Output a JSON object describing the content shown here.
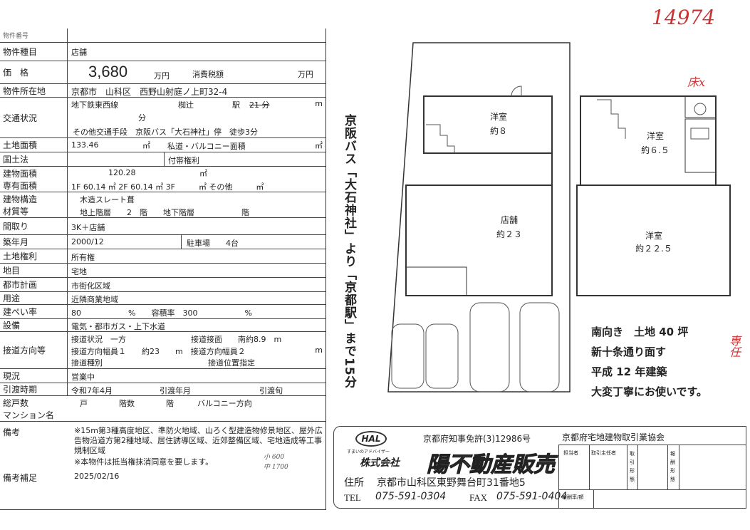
{
  "handwritten": {
    "ref_no": "14974",
    "floor_mark": "床x",
    "exclusive": "専任",
    "memo1": "小 600",
    "memo2": "中 1700",
    "strike": "21"
  },
  "rows": {
    "property_no": {
      "label": "物件番号"
    },
    "type": {
      "label": "物件種目",
      "value": "店舗"
    },
    "price": {
      "label": "価　格",
      "value": "3,680",
      "unit": "万円",
      "tax_label": "消費税額",
      "tax_unit": "万円"
    },
    "address": {
      "label": "物件所在地",
      "value": "京都市　山科区　西野山射庭ノ上町32-4"
    },
    "transport": {
      "label": "交通状況",
      "line": "地下鉄東西線",
      "station": "椥辻",
      "station_suffix": "駅",
      "minutes": "21 分",
      "m": "m",
      "min2": "分",
      "other": "その他交通手段　京阪バス「大石神社」停　徒歩3分"
    },
    "land_area": {
      "label": "土地面積",
      "value": "133.46",
      "unit": "㎡",
      "private_label": "私道・バルコニー面積",
      "unit2": "㎡"
    },
    "national_land": {
      "label": "国土法",
      "attached_label": "付帯権利"
    },
    "building_area": {
      "label": "建物面積",
      "value": "120.28",
      "unit": "㎡"
    },
    "floor_area": {
      "label": "専有面積",
      "value": "1F 60.14 ㎡ 2F 60.14 ㎡ 3F　　　㎡ その他　　　㎡"
    },
    "structure": {
      "label": "建物構造",
      "value": "木造スレート葺"
    },
    "material": {
      "label": "材質等",
      "value": "地上階層　　2　階　　地下階層　　　　　　階"
    },
    "layout": {
      "label": "間取り",
      "value": "3K＋店舗"
    },
    "built": {
      "label": "築年月",
      "value": "2000/12",
      "parking": "駐車場　　4台"
    },
    "land_right": {
      "label": "土地権利",
      "value": "所有権"
    },
    "land_category": {
      "label": "地目",
      "value": "宅地"
    },
    "city_plan": {
      "label": "都市計画",
      "value": "市街化区域"
    },
    "use": {
      "label": "用途",
      "value": "近隣商業地域"
    },
    "coverage": {
      "label": "建ぺい率",
      "value": "80　　　　　　%　　容積率　300　　　　　　%"
    },
    "facilities": {
      "label": "設備",
      "value": "電気・都市ガス・上下水道"
    },
    "road": {
      "label": "接道方向等",
      "l1": "接道状況　一方",
      "l1b": "接道接面　　南約8.9　m",
      "l2": "接道方向幅員１　　約23　　m　接道方向幅員２",
      "l2b": "m",
      "l3": "接道種別",
      "l3b": "接道位置指定"
    },
    "status": {
      "label": "現況",
      "value": "営業中"
    },
    "handover": {
      "label": "引渡時期",
      "value": "令和7年4月",
      "ym": "引渡年月",
      "period": "引渡旬"
    },
    "units": {
      "label": "総戸数",
      "value": "戸　　　　階数　　　　階　　　バルコニー方向"
    },
    "mansion": {
      "label": "マンション名"
    },
    "remarks": {
      "label": "備考",
      "value": "※15m第3種高度地区、準防火地域、山ろく型建造物修景地区、屋外広告物沿道方第2種地域、居住誘導区域、近郊整備区域、宅地造成等工事規制区域",
      "value2": "※本物件は抵当権抹消同意を要します。"
    },
    "remarks_sup": {
      "label": "備考補足",
      "value": "2025/02/16"
    }
  },
  "plan": {
    "access": "京阪バス「大石神社」より「京都駅」まで15分",
    "rooms": [
      {
        "name": "洋室",
        "size": "約８"
      },
      {
        "name": "店舗",
        "size": "約２３"
      },
      {
        "name": "洋室",
        "size": "約６.５"
      },
      {
        "name": "洋室",
        "size": "約２２.５"
      }
    ],
    "notes": [
      "南向き　土地 40 坪",
      "新十条通り面す",
      "平成 12 年建築",
      "大変丁寧にお使いです。"
    ]
  },
  "company": {
    "logo": "HAL",
    "tagline": "すまいのアドバイザー",
    "license": "京都府知事免許(3)12986号",
    "kind": "株式会社",
    "name": "陽不動産販売",
    "address_label": "住所",
    "address": "京都市山科区東野舞台町31番地5",
    "tel_label": "TEL",
    "tel": "075-591-0304",
    "fax_label": "FAX",
    "fax": "075-591-0404",
    "assoc": "京都府宅地建物取引業協会",
    "cells": [
      "担当者",
      "取引主任者",
      "取引形態",
      "報酬形態",
      "報酬率/額"
    ]
  }
}
